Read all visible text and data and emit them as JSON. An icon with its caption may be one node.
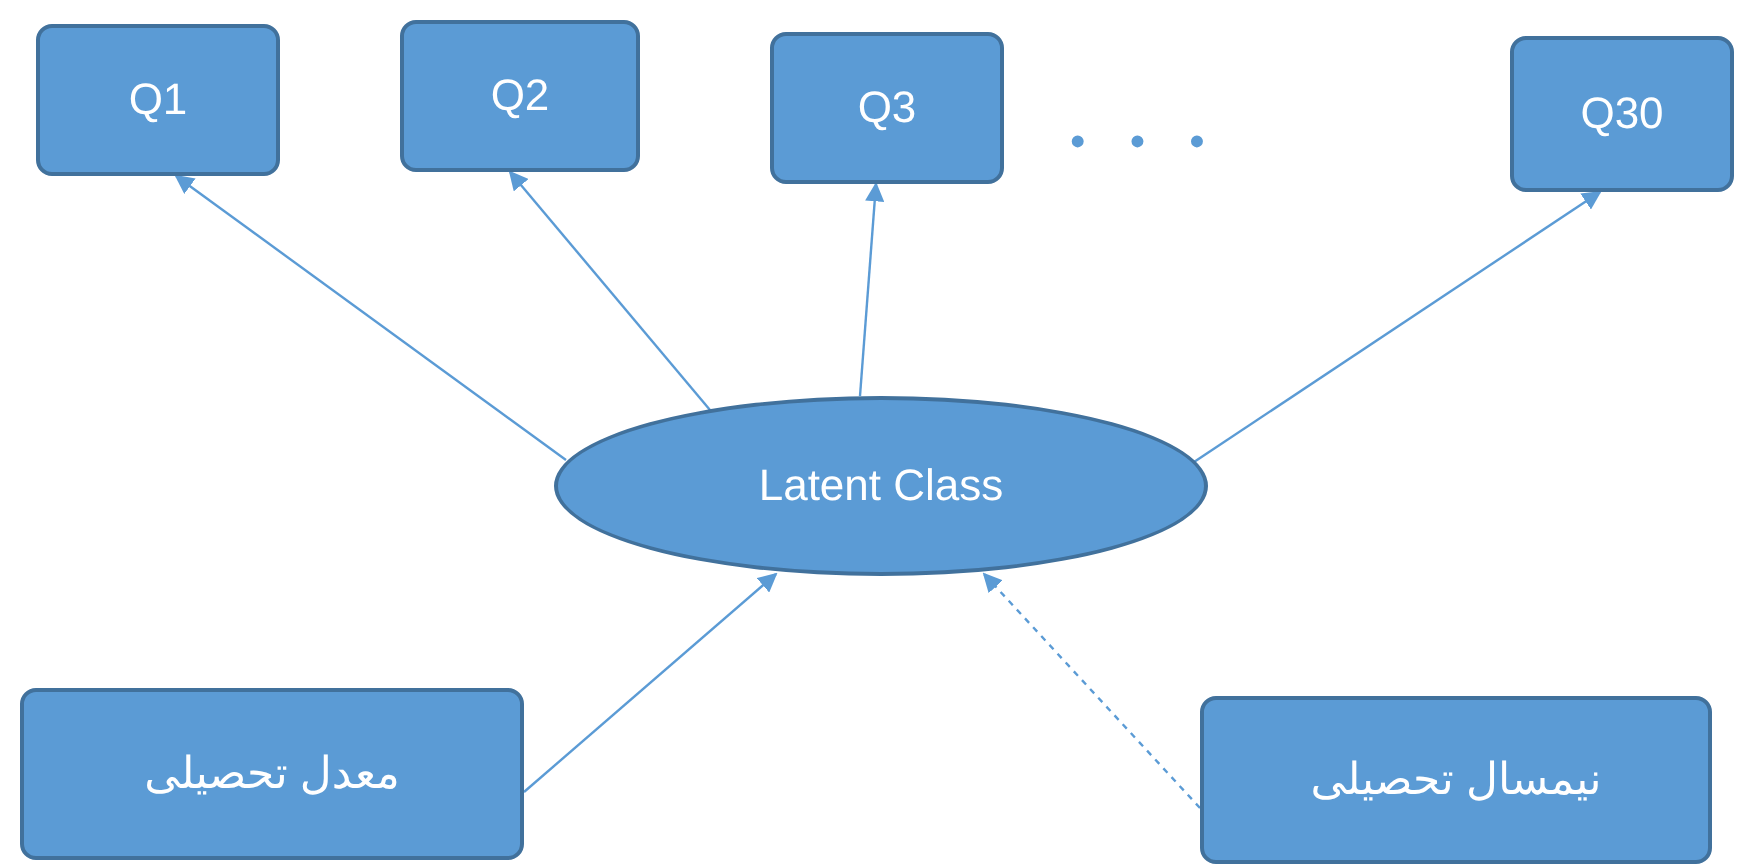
{
  "diagram": {
    "nodes": [
      {
        "text": [
          "Q1"
        ]
      },
      {
        "text": [
          "Q2"
        ]
      },
      {
        "text": [
          "Q3"
        ]
      },
      {
        "text": [
          "Q30"
        ]
      },
      {
        "text": [
          "Latent Class"
        ]
      },
      {
        "text": [
          "معدل تحصیلی"
        ]
      },
      {
        "text": [
          "نیمسال تحصیلی"
        ]
      }
    ],
    "edges": [
      {
        "from": 4,
        "to": 0,
        "arrow": "to"
      },
      {
        "from": 4,
        "to": 1,
        "arrow": "to"
      },
      {
        "from": 4,
        "to": 2,
        "arrow": "to"
      },
      {
        "from": 4,
        "to": 3,
        "arrow": "to"
      },
      {
        "from": 5,
        "to": 4,
        "arrow": "to"
      },
      {
        "from": 6,
        "to": 4,
        "arrow": "to",
        "style": "dashed"
      }
    ],
    "labels": [
      "• • •"
    ]
  }
}
